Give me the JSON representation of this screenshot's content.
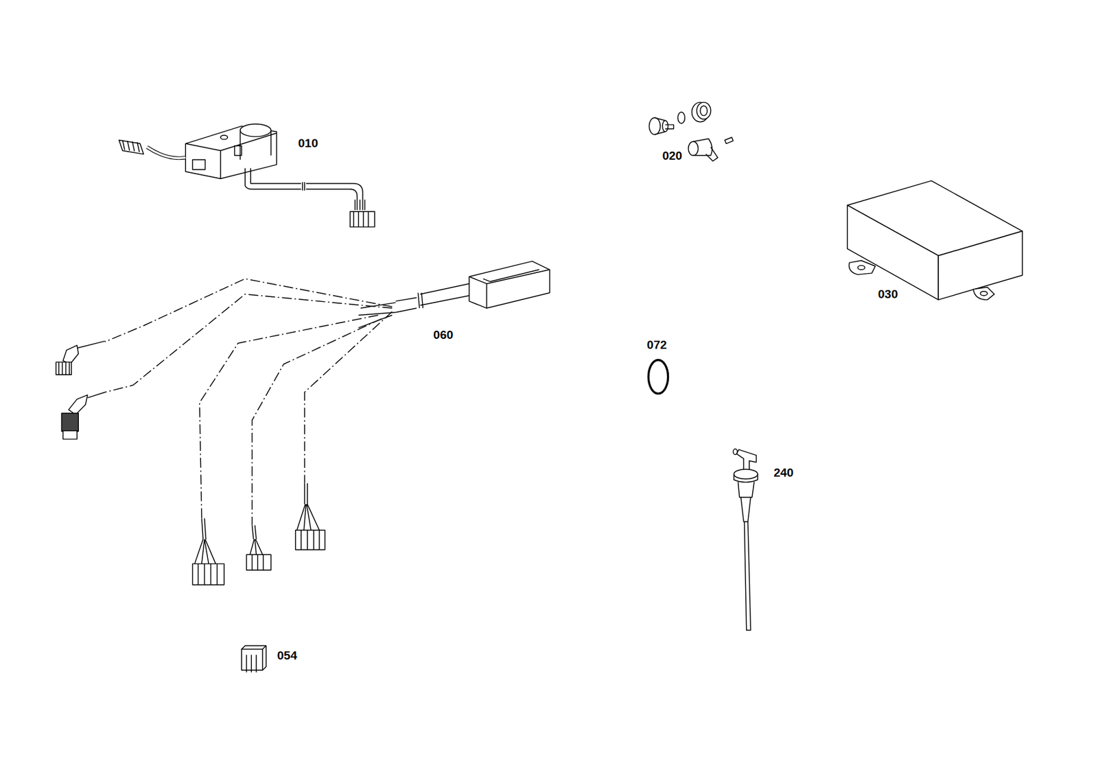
{
  "diagram": {
    "labels": [
      "010",
      "020",
      "030",
      "060",
      "072",
      "240",
      "054"
    ]
  }
}
